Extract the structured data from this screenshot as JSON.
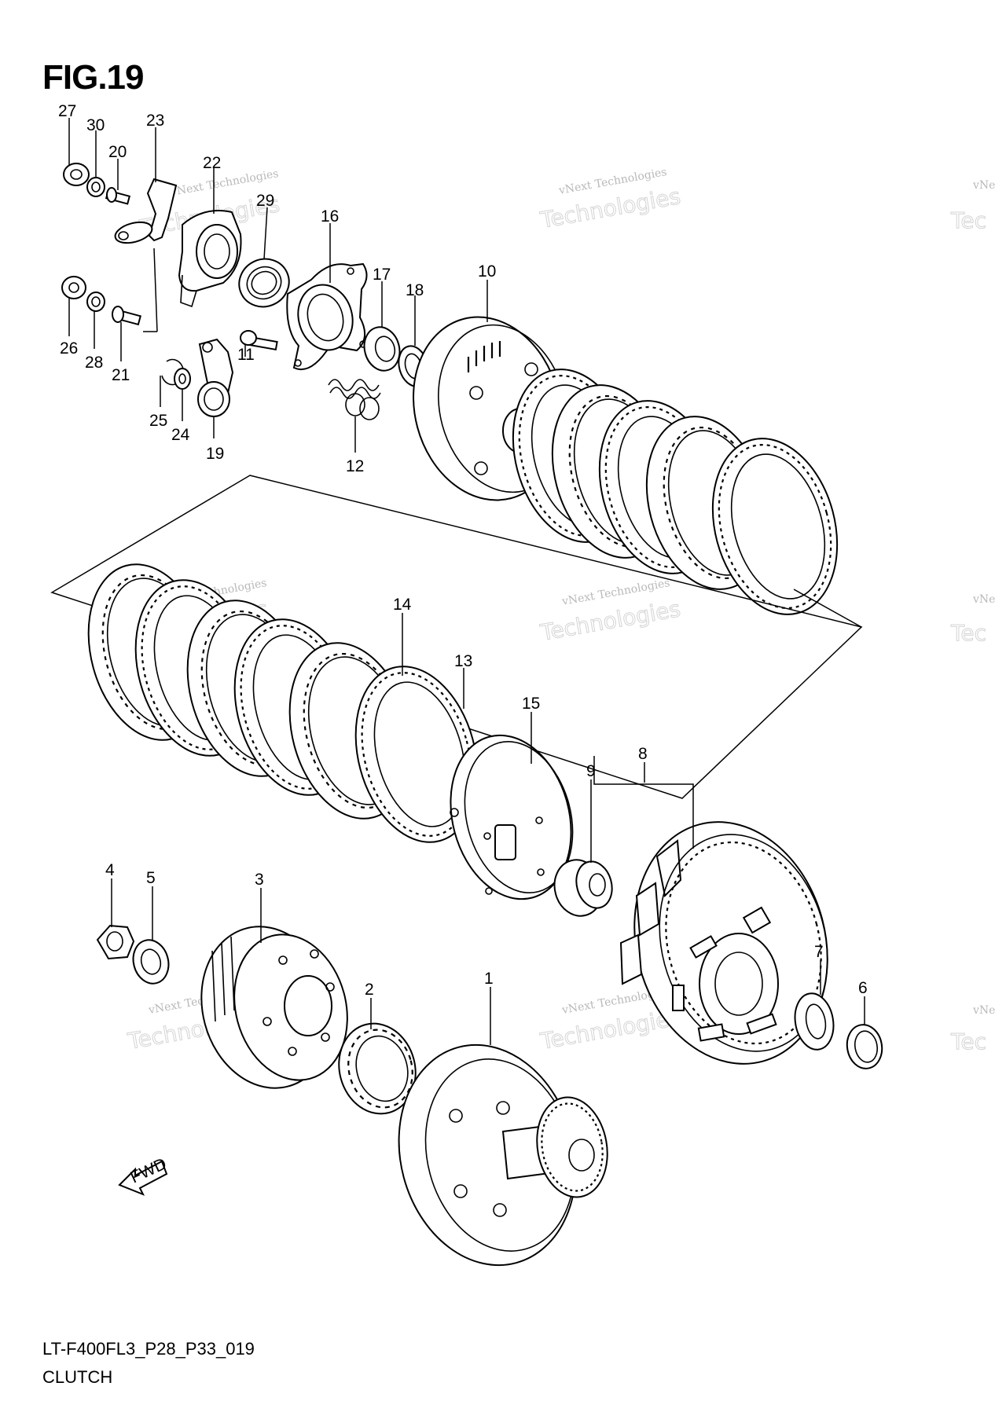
{
  "figure": {
    "title": "FIG.19",
    "code": "LT-F400FL3_P28_P33_019",
    "name": "CLUTCH"
  },
  "watermark": {
    "line1": "vNext Technologies",
    "line2": "Technologies",
    "edge1": "vNe",
    "edge2": "Tec"
  },
  "fwd_label": "FWD",
  "callouts": [
    "27",
    "30",
    "20",
    "23",
    "22",
    "29",
    "16",
    "17",
    "18",
    "10",
    "26",
    "28",
    "21",
    "11",
    "25",
    "24",
    "19",
    "12",
    "14",
    "13",
    "15",
    "9",
    "8",
    "4",
    "5",
    "3",
    "2",
    "1",
    "7",
    "6"
  ]
}
